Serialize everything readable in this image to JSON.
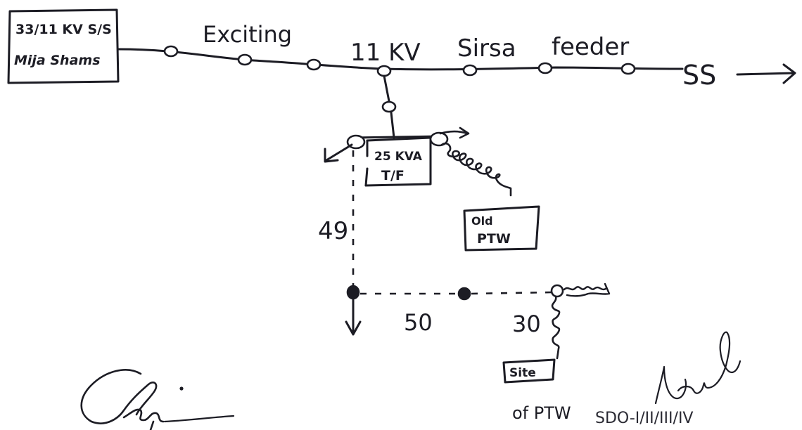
{
  "substation_box": {
    "line1": "33/11 KV S/S",
    "line2": "Mija Shams"
  },
  "feeder_label": {
    "part1": "Exciting",
    "part2": "11 KV",
    "part3": "Sirsa",
    "part4": "feeder"
  },
  "ss_label": "SS",
  "transformer_box": {
    "line1": "25 KVA",
    "line2": "T/F"
  },
  "old_ptw_box": {
    "line1": "Old",
    "line2": "PTW"
  },
  "site_box": "Site",
  "span_labels": {
    "vertical": "49",
    "horizontal": "50",
    "short": "30"
  },
  "footer": {
    "of_ptw": "of PTW",
    "sdo": "SDO-I/II/III/IV"
  }
}
